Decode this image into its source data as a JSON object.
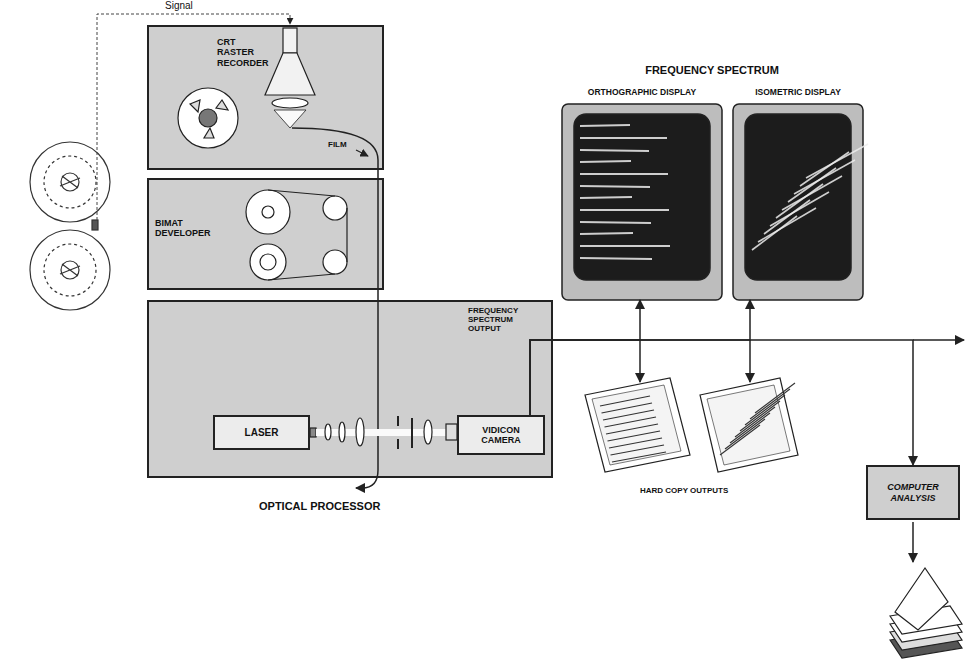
{
  "diagram": {
    "title": "FREQUENCY SPECTRUM",
    "nodes": [
      {
        "text": [
          "CRT RASTER RECORDER"
        ]
      },
      {
        "text": [
          "BIMAT DEVELOPER"
        ]
      },
      {
        "text": [
          "OPTICAL PROCESSOR"
        ]
      },
      {
        "text": [
          "LASER"
        ],
        "in": 2
      },
      {
        "text": [
          "VIDICON CAMERA"
        ],
        "in": 2
      },
      {
        "text": [
          "ORTHOGRAPHIC DISPLAY"
        ]
      },
      {
        "text": [
          "ISOMETRIC DISPLAY"
        ]
      },
      {
        "text": [
          "COMPUTER ANALYSIS"
        ]
      }
    ],
    "edges": [
      {
        "from": 4,
        "to": 5,
        "arrow": "to"
      },
      {
        "from": 4,
        "to": 6,
        "arrow": "to"
      },
      {
        "from": 4,
        "to": 7,
        "arrow": "to"
      }
    ],
    "labels": [
      "Signal",
      "FILM",
      "FREQUENCY SPECTRUM OUTPUT",
      "HARD COPY OUTPUTS"
    ]
  }
}
